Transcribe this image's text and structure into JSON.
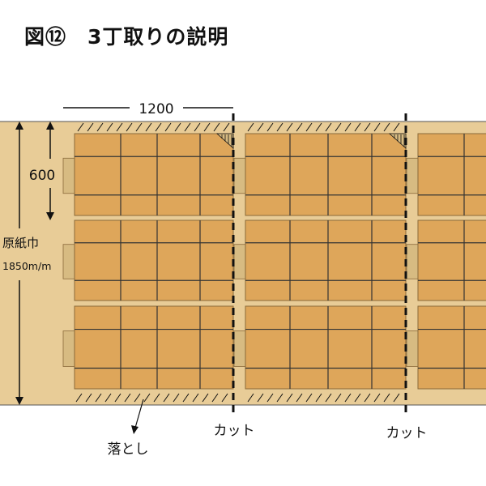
{
  "title": "図⑫　3丁取りの説明",
  "labels": {
    "width_dimension": "1200",
    "height_dimension": "600",
    "roll_width_title": "原紙巾",
    "roll_width_value": "1850m/m",
    "cut_1": "カット",
    "cut_2": "カット",
    "waste": "落とし"
  },
  "layout_counts": {
    "rows": 3,
    "cells_per_row": 4,
    "cut_lines": 2
  },
  "colors": {
    "background": "#ffffff",
    "paper": "#e8cc97",
    "box": "#dea65a",
    "box_flap": "#d7bb82",
    "crease": "#333333",
    "line": "#111111"
  }
}
